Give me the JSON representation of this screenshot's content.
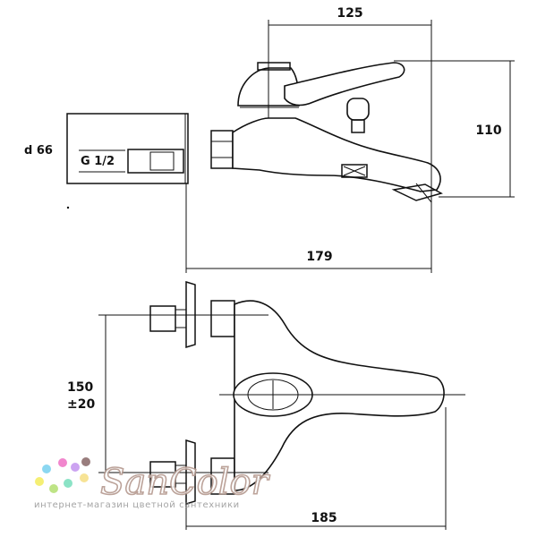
{
  "dimensions": {
    "top_width": "125",
    "height": "110",
    "base_length": "179",
    "diameter": "d 66",
    "thread": "G 1/2",
    "spacing": "150",
    "tolerance": "±20",
    "bottom_length": "185"
  },
  "watermark": {
    "brand": "SanColor",
    "tagline": "интернет-магазин цветной сантехники"
  }
}
